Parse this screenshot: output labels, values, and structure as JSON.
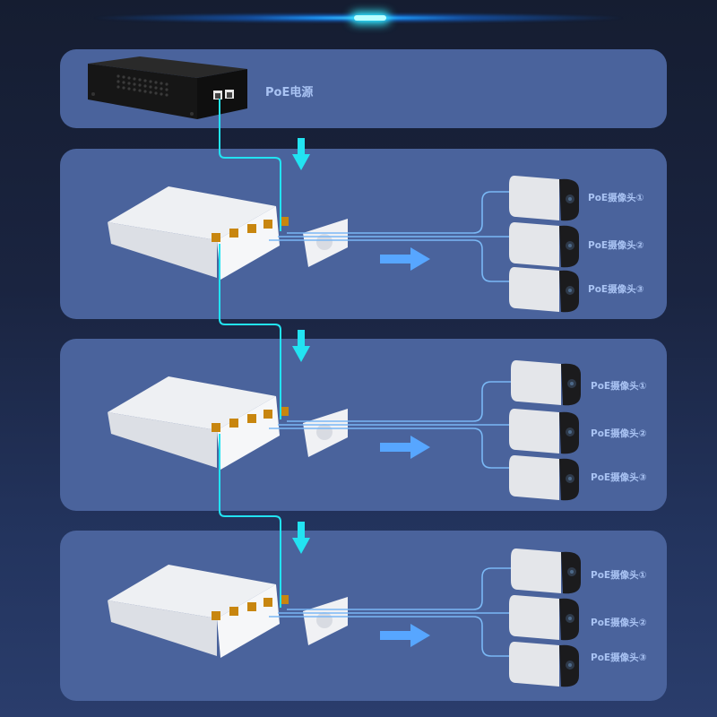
{
  "power_supply": {
    "label": "PoE电源",
    "icon": "poe-power-supply-icon"
  },
  "switch_groups": [
    {
      "switch_icon": "poe-switch-icon",
      "cameras": [
        {
          "label": "PoE摄像头①"
        },
        {
          "label": "PoE摄像头②"
        },
        {
          "label": "PoE摄像头③"
        }
      ]
    },
    {
      "switch_icon": "poe-switch-icon",
      "cameras": [
        {
          "label": "PoE摄像头①"
        },
        {
          "label": "PoE摄像头②"
        },
        {
          "label": "PoE摄像头③"
        }
      ]
    },
    {
      "switch_icon": "poe-switch-icon",
      "cameras": [
        {
          "label": "PoE摄像头①"
        },
        {
          "label": "PoE摄像头②"
        },
        {
          "label": "PoE摄像头③"
        }
      ]
    }
  ],
  "colors": {
    "background": "#151d31",
    "panel": "#4a639c",
    "uplink_cable": "#22e3f2",
    "camera_cable": "#7ab8f5",
    "flow_arrow_down": "#22e3f2",
    "flow_arrow_right": "#57a6ff",
    "label_text": "#a9c3f3",
    "port_orange": "#c8860f"
  }
}
